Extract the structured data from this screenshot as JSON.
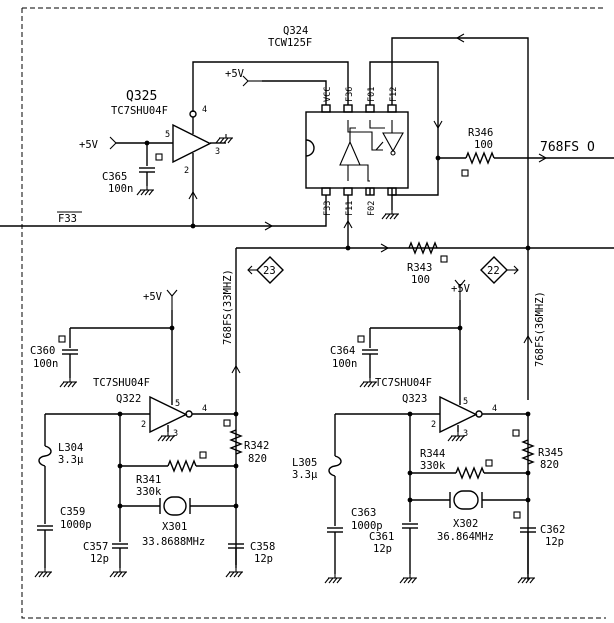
{
  "ics": {
    "q324": {
      "ref": "Q324",
      "part": "TCW125F",
      "pins_top": [
        "VCC",
        "F36",
        "F01",
        "F12"
      ],
      "pins_bottom": [
        "F33",
        "F11",
        "F02"
      ]
    },
    "q325": {
      "ref": "Q325",
      "part": "TC7SHU04F",
      "pin_in": "2",
      "pin_out": "4",
      "pin_vcc": "5",
      "pin_gnd": "3"
    },
    "q322": {
      "ref": "Q322",
      "part": "TC7SHU04F",
      "pin_in": "2",
      "pin_out": "4",
      "pin_vcc": "5",
      "pin_gnd": "3"
    },
    "q323": {
      "ref": "Q323",
      "part": "TC7SHU04F",
      "pin_in": "2",
      "pin_out": "4",
      "pin_vcc": "5",
      "pin_gnd": "3"
    }
  },
  "power": {
    "vcc_label": "+5V"
  },
  "components": {
    "c365": {
      "ref": "C365",
      "value": "100n"
    },
    "r346": {
      "ref": "R346",
      "value": "100"
    },
    "r343": {
      "ref": "R343",
      "value": "100"
    },
    "c360": {
      "ref": "C360",
      "value": "100n"
    },
    "c364": {
      "ref": "C364",
      "value": "100n"
    },
    "l304": {
      "ref": "L304",
      "value": "3.3μ"
    },
    "l305": {
      "ref": "L305",
      "value": "3.3μ"
    },
    "r342": {
      "ref": "R342",
      "value": "820"
    },
    "r345": {
      "ref": "R345",
      "value": "820"
    },
    "r341": {
      "ref": "R341",
      "value": "330k"
    },
    "r344": {
      "ref": "R344",
      "value": "330k"
    },
    "x301": {
      "ref": "X301",
      "value": "33.8688MHz"
    },
    "x302": {
      "ref": "X302",
      "value": "36.864MHz"
    },
    "c359": {
      "ref": "C359",
      "value": "1000p"
    },
    "c363": {
      "ref": "C363",
      "value": "1000p"
    },
    "c357": {
      "ref": "C357",
      "value": "12p"
    },
    "c358": {
      "ref": "C358",
      "value": "12p"
    },
    "c361": {
      "ref": "C361",
      "value": "12p"
    },
    "c362": {
      "ref": "C362",
      "value": "12p"
    }
  },
  "nets": {
    "f33": "F33",
    "out_768fs": "768FS O",
    "net_33": "768FS(33MHZ)",
    "net_36": "768FS(36MHZ)"
  },
  "markers": {
    "m23": "23",
    "m22": "22"
  }
}
